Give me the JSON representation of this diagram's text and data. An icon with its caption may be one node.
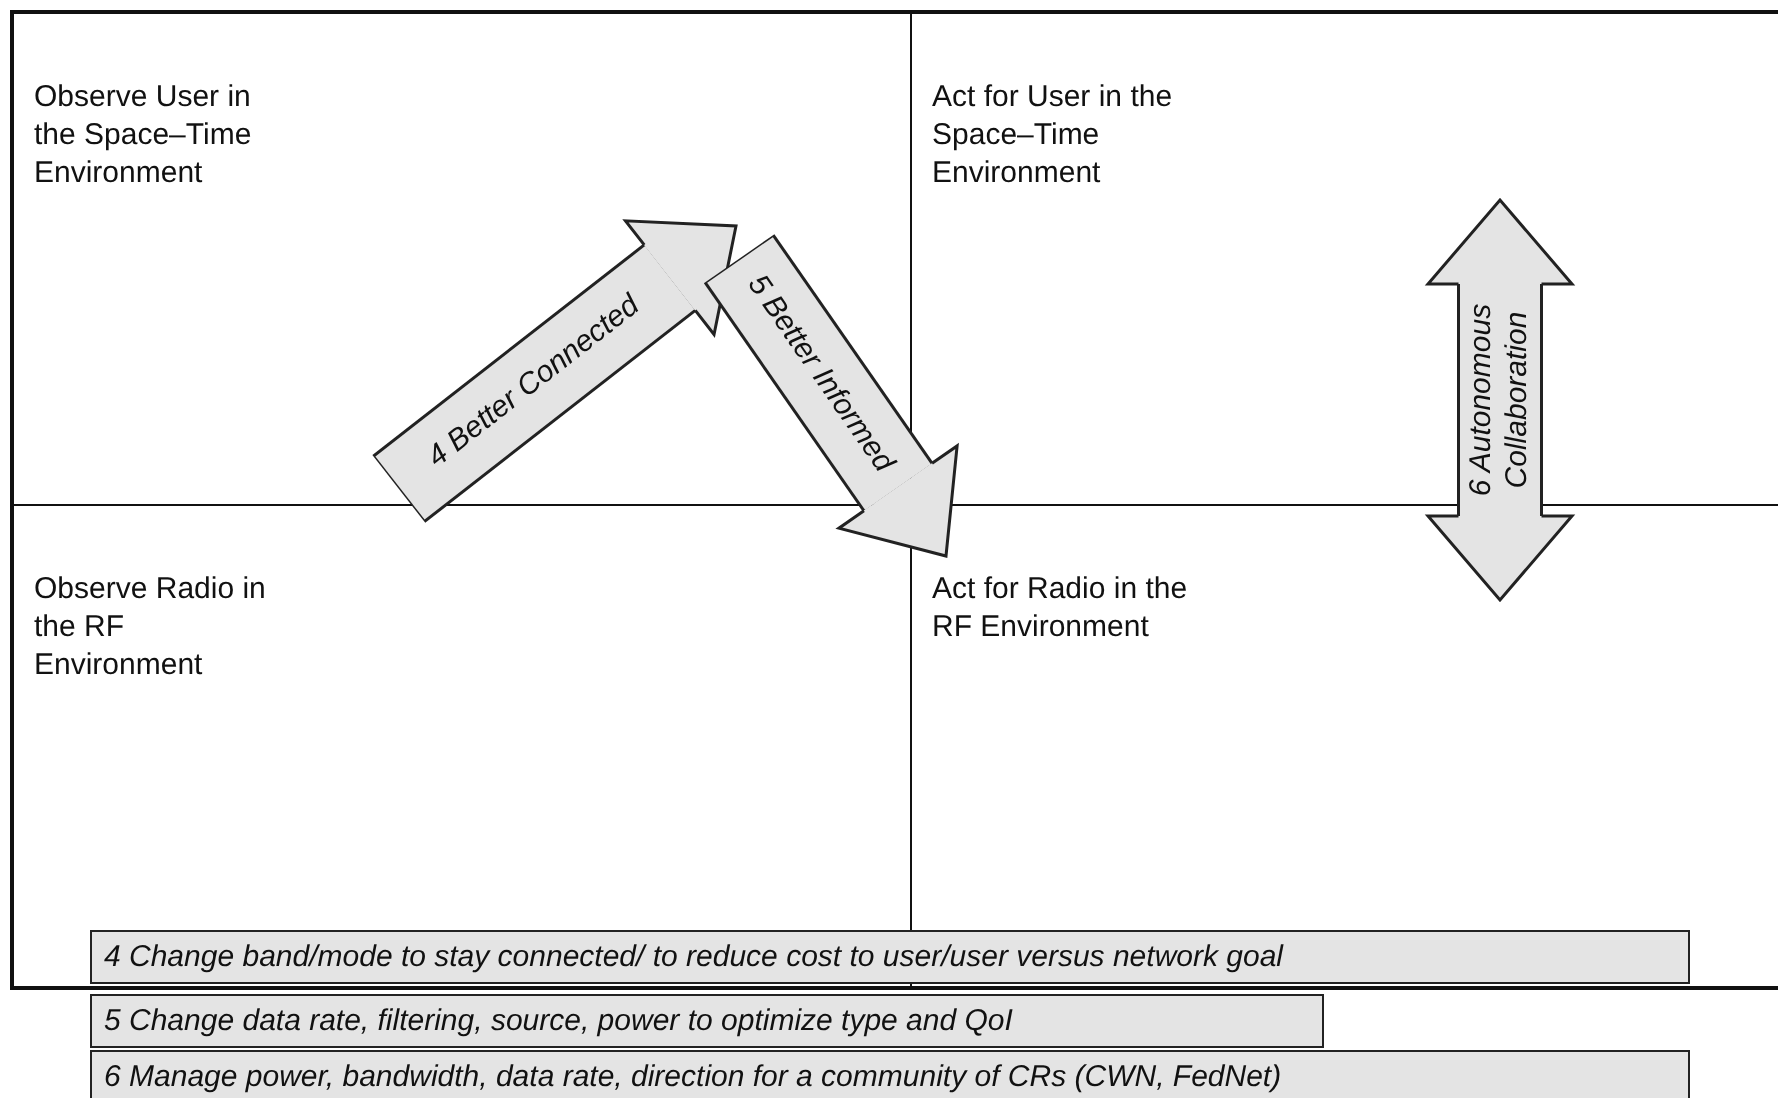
{
  "diagram": {
    "nodes": [
      {
        "text": [
          "Observe User in the Space–Time Environment"
        ]
      },
      {
        "text": [
          "Act for User in the Space–Time Environment"
        ]
      },
      {
        "text": [
          "Observe Radio in the RF Environment"
        ]
      },
      {
        "text": [
          "Act for Radio in the RF Environment"
        ]
      },
      {
        "text": [
          "4 Change band/mode to stay connected/ to reduce cost to user/user versus network goal"
        ]
      },
      {
        "text": [
          "5 Change data rate, filtering, source, power to optimize type and QoI"
        ]
      },
      {
        "text": [
          "6 Manage power, bandwidth, data rate, direction for a community of CRs (CWN, FedNet)"
        ]
      }
    ],
    "edges": [
      {
        "from": 2,
        "to": 0,
        "arrow": "to",
        "label": "4 Better Connected"
      },
      {
        "from": 0,
        "to": 3,
        "arrow": "to",
        "label": "5 Better Informed"
      },
      {
        "from": 1,
        "to": 3,
        "arrow": "both",
        "label": "6 Autonomous Collaboration"
      }
    ]
  }
}
